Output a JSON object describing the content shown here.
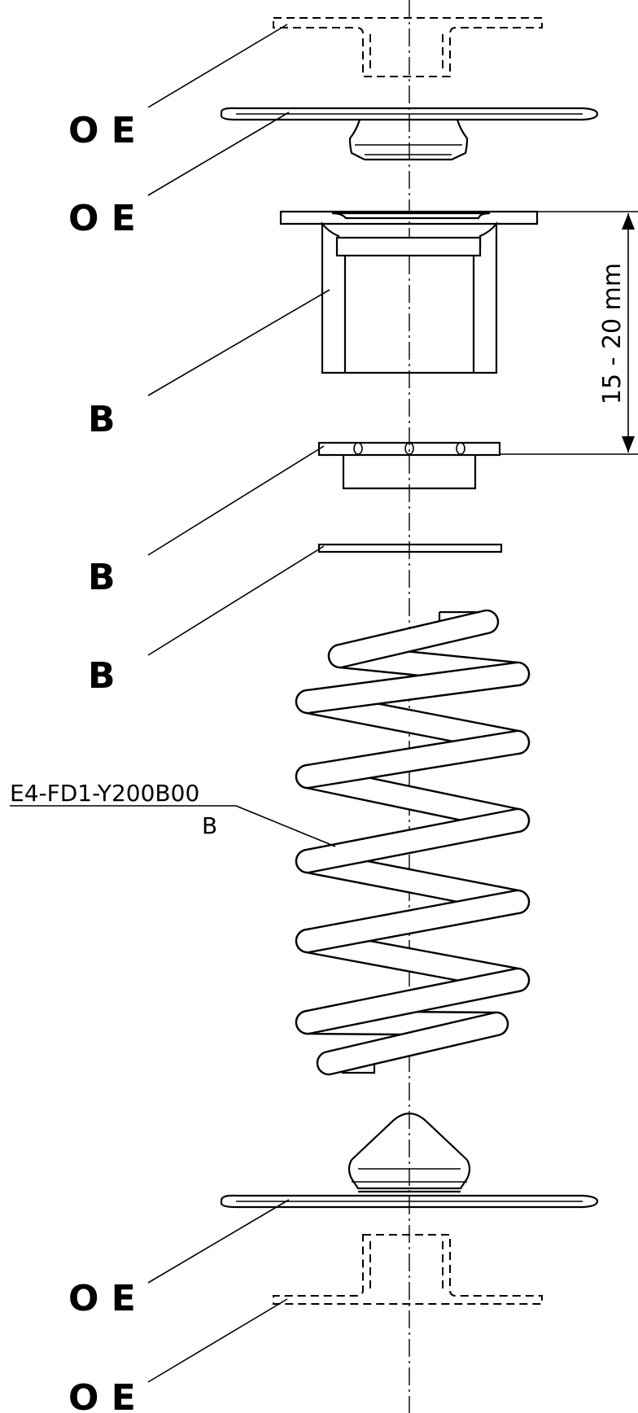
{
  "callouts": {
    "oe_1": "O E",
    "oe_2": "O E",
    "b_1": "B",
    "b_2": "B",
    "b_3": "B",
    "oe_3": "O E",
    "oe_4": "O E"
  },
  "part_number": {
    "code": "E4-FD1-Y200B00",
    "suffix": "B"
  },
  "dimension": {
    "label": "15 - 20 mm"
  }
}
